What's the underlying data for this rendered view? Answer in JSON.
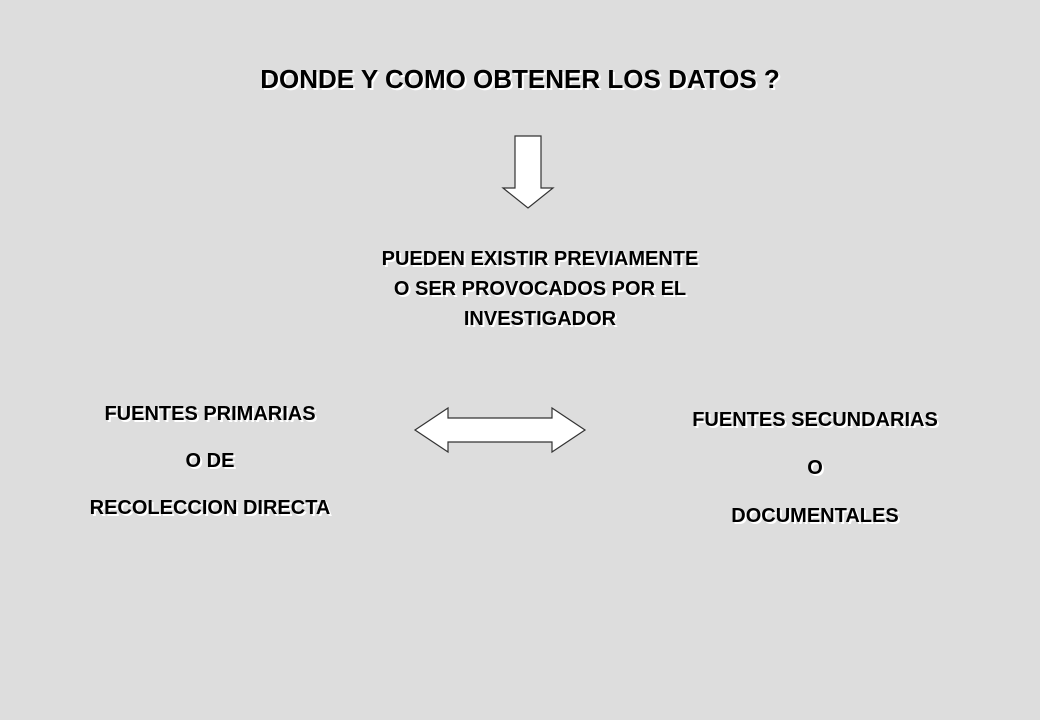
{
  "title": "DONDE Y COMO OBTENER LOS DATOS ?",
  "middle": {
    "lines": [
      "PUEDEN EXISTIR PREVIAMENTE",
      "O SER PROVOCADOS POR EL",
      "INVESTIGADOR"
    ]
  },
  "left": {
    "lines": [
      "FUENTES PRIMARIAS",
      "O DE",
      "RECOLECCION DIRECTA"
    ]
  },
  "right": {
    "lines": [
      "FUENTES SECUNDARIAS",
      "O",
      "DOCUMENTALES"
    ]
  },
  "colors": {
    "background": "#dddddd",
    "text": "#000000",
    "text_shadow": "#ffffff",
    "arrow_fill": "#ffffff",
    "arrow_stroke": "#333333"
  }
}
